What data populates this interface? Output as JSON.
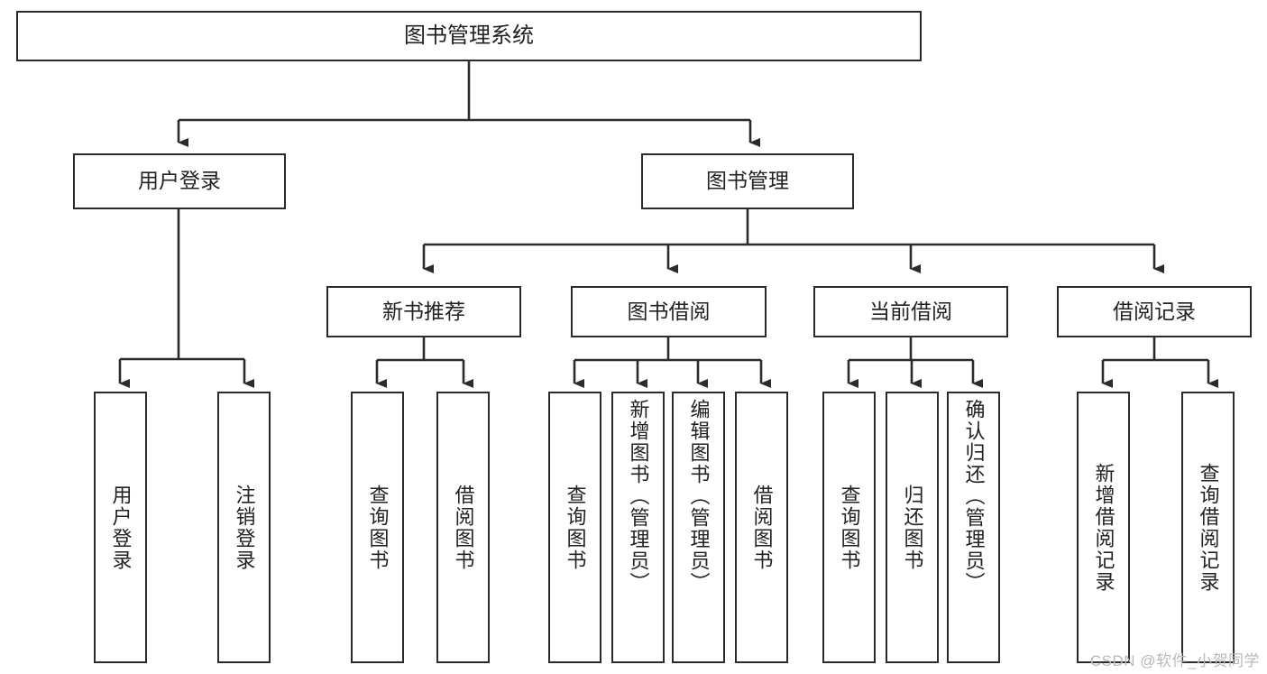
{
  "diagram": {
    "title": "图书管理系统",
    "type": "tree-hierarchy",
    "stroke_color": "#2b2b2b",
    "text_color": "#222222",
    "background_color": "#ffffff",
    "nodes": {
      "root": {
        "label": "图书管理系统"
      },
      "level2": [
        {
          "label": "用户登录"
        },
        {
          "label": "图书管理"
        }
      ],
      "level3": [
        {
          "label": "新书推荐"
        },
        {
          "label": "图书借阅"
        },
        {
          "label": "当前借阅"
        },
        {
          "label": "借阅记录"
        }
      ],
      "leaves": {
        "user_login": [
          {
            "label": "用户登录"
          },
          {
            "label": "注销登录"
          }
        ],
        "new_book_recommend": [
          {
            "label": "查询图书"
          },
          {
            "label": "借阅图书"
          }
        ],
        "book_borrow": [
          {
            "label": "查询图书"
          },
          {
            "label": "新增图书（管理员）"
          },
          {
            "label": "编辑图书（管理员）"
          },
          {
            "label": "借阅图书"
          }
        ],
        "current_borrow": [
          {
            "label": "查询图书"
          },
          {
            "label": "归还图书"
          },
          {
            "label": "确认归还（管理员）"
          }
        ],
        "borrow_record": [
          {
            "label": "新增借阅记录"
          },
          {
            "label": "查询借阅记录"
          }
        ]
      }
    }
  },
  "watermark": {
    "text": "CSDN @软件_小贺同学"
  }
}
